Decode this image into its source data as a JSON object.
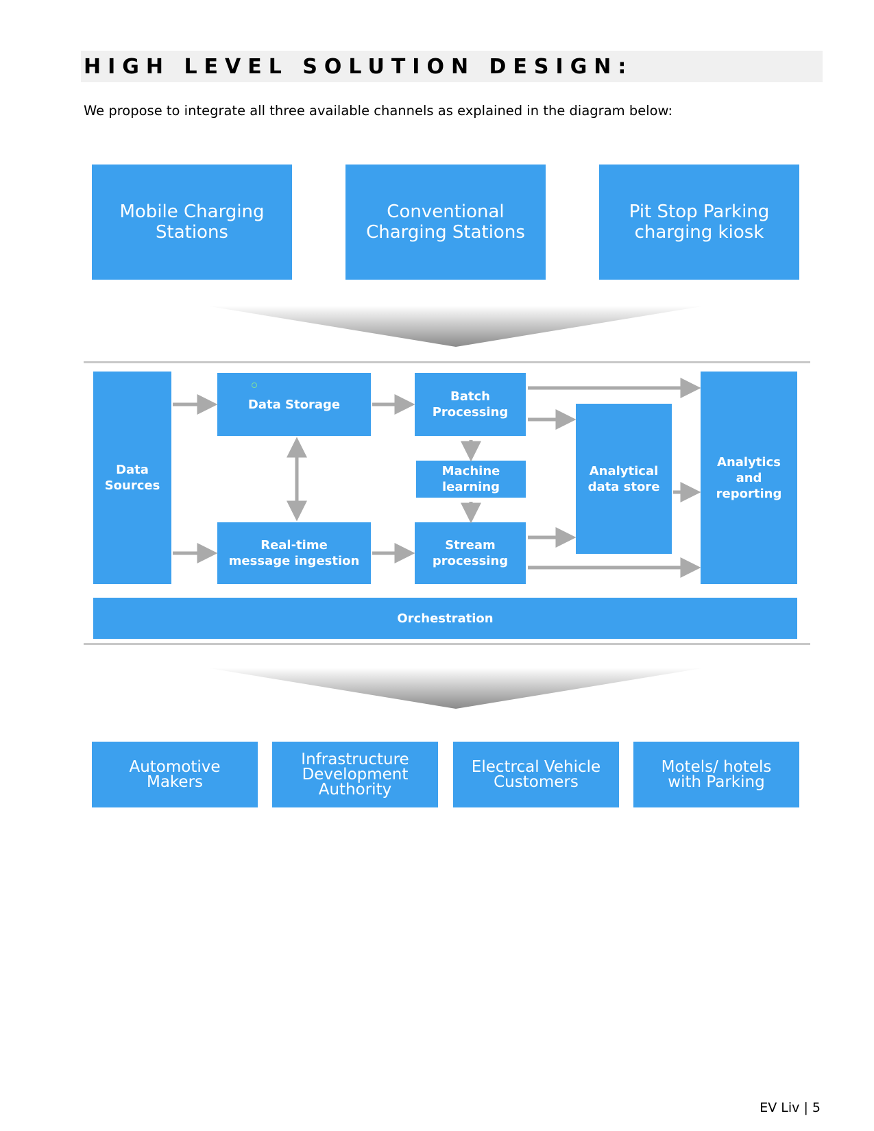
{
  "heading": "HIGH LEVEL SOLUTION DESIGN:",
  "intro": "We propose to integrate all three available channels as explained in the diagram below:",
  "colors": {
    "box": "#3ca0ee",
    "arrow": "#aaaaaa",
    "heading_band": "#f0f0f0"
  },
  "channels": [
    "Mobile Charging\nStations",
    "Conventional\nCharging Stations",
    "Pit Stop Parking\ncharging kiosk"
  ],
  "architecture": {
    "data_sources": "Data\nSources",
    "data_storage": "Data Storage",
    "realtime_ingestion": "Real-time\nmessage ingestion",
    "batch_processing": "Batch\nProcessing",
    "machine_learning": "Machine\nlearning",
    "stream_processing": "Stream\nprocessing",
    "analytical_store": "Analytical\ndata store",
    "analytics_reporting": "Analytics\nand\nreporting",
    "orchestration": "Orchestration"
  },
  "consumers": [
    "Automotive\nMakers",
    "Infrastructure\nDevelopment\nAuthority",
    "Electrcal Vehicle\nCustomers",
    "Motels/ hotels\nwith Parking"
  ],
  "footer": "EV Liv | 5"
}
